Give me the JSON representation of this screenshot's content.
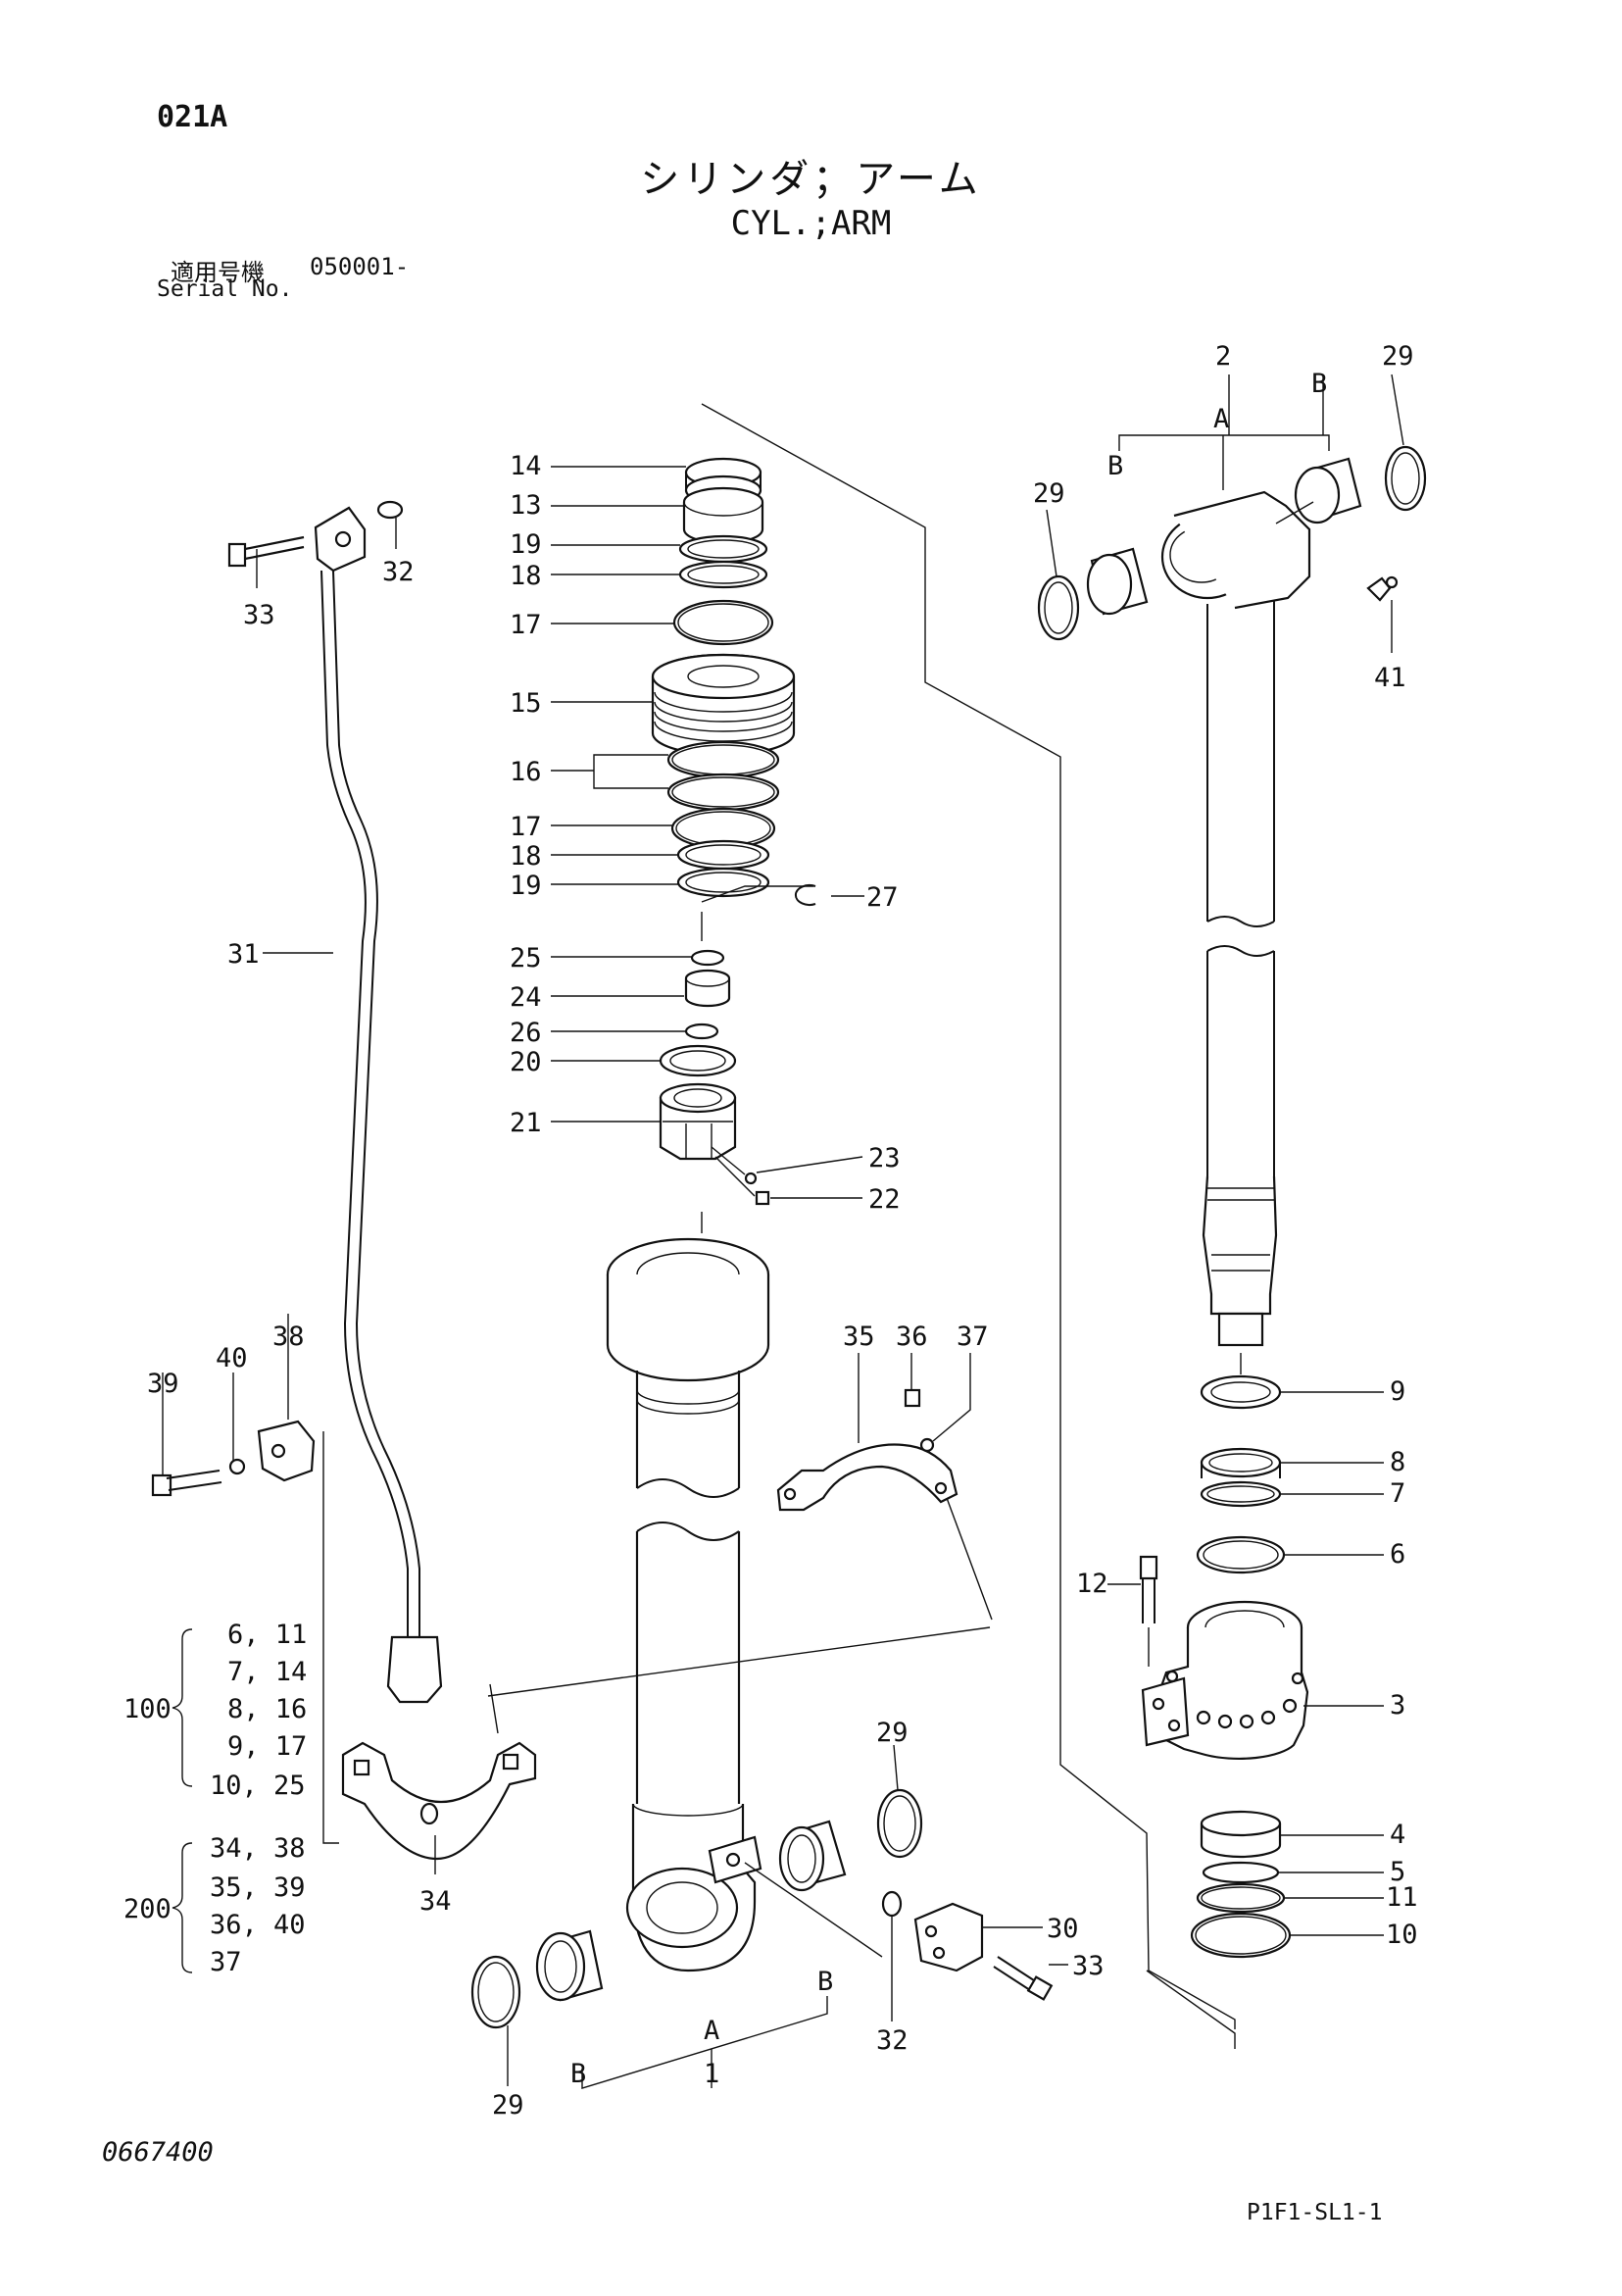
{
  "header": {
    "page_code": "021A",
    "title_jp": "シリンダ；アーム",
    "title_en": "CYL.;ARM",
    "serial_label_jp": "適用号機",
    "serial_value": "050001-",
    "serial_label_en": "Serial No."
  },
  "callouts": {
    "c14": "14",
    "c13": "13",
    "c19a": "19",
    "c18a": "18",
    "c17a": "17",
    "c15": "15",
    "c16": "16",
    "c17b": "17",
    "c18b": "18",
    "c19b": "19",
    "c27": "27",
    "c25": "25",
    "c24": "24",
    "c26": "26",
    "c20": "20",
    "c21": "21",
    "c23": "23",
    "c22": "22",
    "c31": "31",
    "c33a": "33",
    "c32a": "32",
    "c38": "38",
    "c39": "39",
    "c40": "40",
    "c35": "35",
    "c36": "36",
    "c37": "37",
    "c34": "34",
    "c2": "2",
    "cA1": "A",
    "cB1": "B",
    "cB2": "B",
    "c29a": "29",
    "c29b": "29",
    "c41": "41",
    "c9": "9",
    "c8": "8",
    "c7": "7",
    "c6": "6",
    "c12": "12",
    "c3": "3",
    "c4": "4",
    "c5": "5",
    "c11": "11",
    "c10": "10",
    "c29c": "29",
    "c30": "30",
    "c33b": "33",
    "c32b": "32",
    "c29d": "29",
    "c1": "1",
    "cA2": "A",
    "cB3": "B",
    "cB4": "B"
  },
  "kits": {
    "k100": {
      "number": "100",
      "rows": [
        "6, 11",
        "7, 14",
        "8, 16",
        "9, 17",
        "10, 25"
      ]
    },
    "k200": {
      "number": "200",
      "rows": [
        "34, 38",
        "35, 39",
        "36, 40",
        "37"
      ]
    }
  },
  "footer": {
    "drawing_number": "0667400",
    "sheet_code": "P1F1-SL1-1"
  }
}
